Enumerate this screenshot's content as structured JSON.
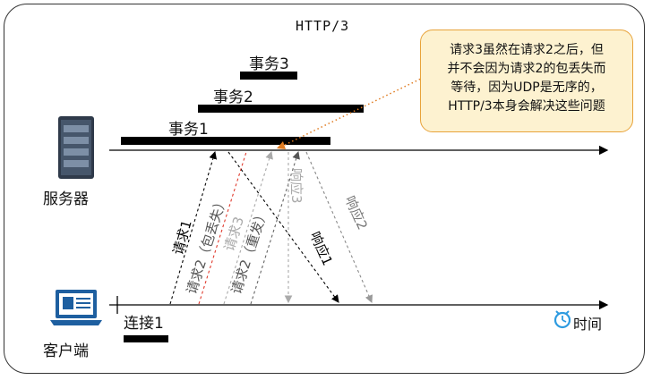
{
  "title": "HTTP/3",
  "transactions": [
    {
      "label": "事务3"
    },
    {
      "label": "事务2"
    },
    {
      "label": "事务1"
    }
  ],
  "server_label": "服务器",
  "client_label": "客户端",
  "connection_label": "连接1",
  "time_label": "时间",
  "note_lines": [
    "请求3虽然在请求2之后，但",
    "并不会因为请求2的包丢失而",
    "等待，因为UDP是无序的，",
    "HTTP/3本身会解决这些问题"
  ],
  "messages": [
    {
      "label": "请求1",
      "color": "#000000"
    },
    {
      "label": "请求2（包丢失）",
      "color": "#555555"
    },
    {
      "label": "请求3",
      "color": "#aaaaaa"
    },
    {
      "label": "请求2（重发）",
      "color": "#555555"
    },
    {
      "label": "响应3",
      "color": "#aaaaaa"
    },
    {
      "label": "响应2",
      "color": "#777777"
    },
    {
      "label": "响应1",
      "color": "#000000"
    }
  ],
  "colors": {
    "lost": "#e03b2e",
    "note_bg": "#fdf2d0",
    "note_border": "#e8a33a",
    "dotted": "#e07b20",
    "clock": "#2e9be0"
  }
}
